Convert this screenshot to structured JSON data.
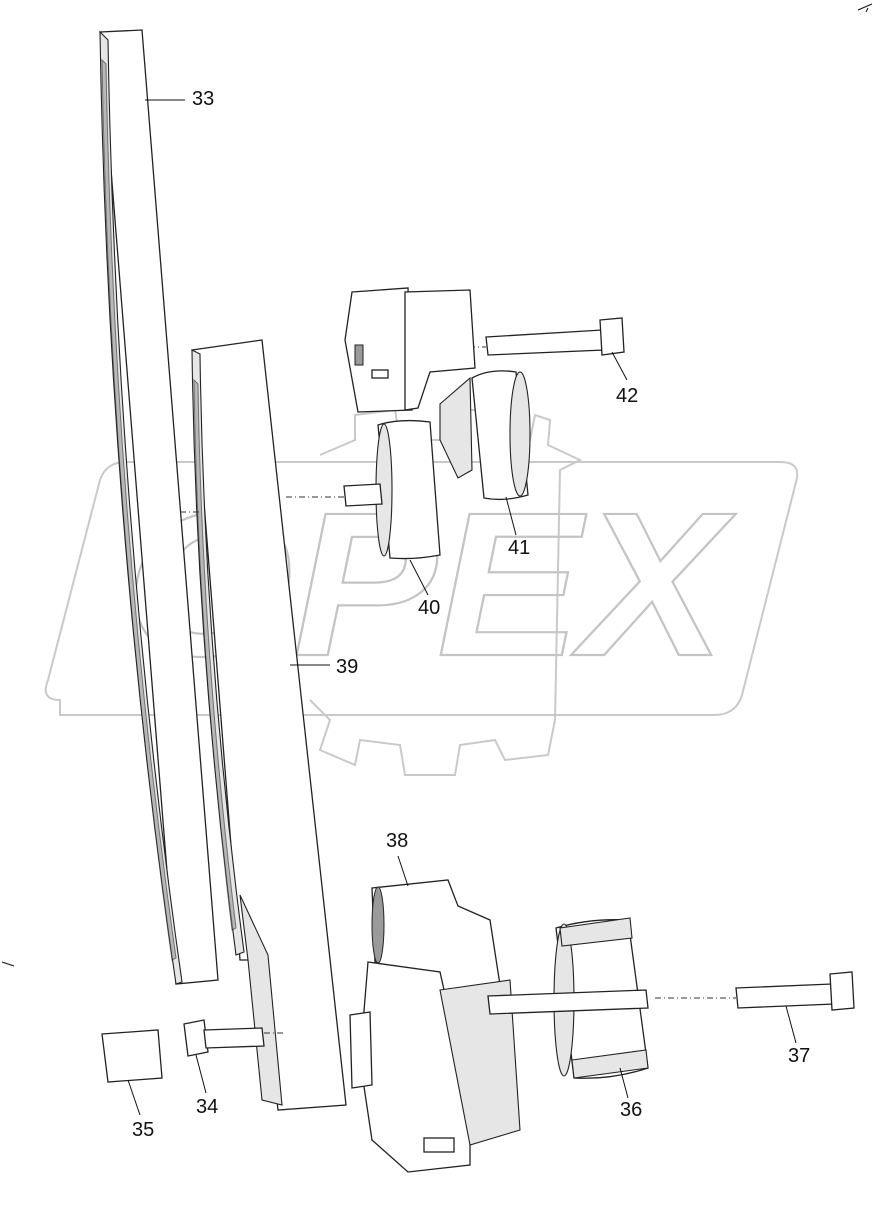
{
  "watermark": {
    "brand": "OPEX",
    "style": "outlined logo with gear"
  },
  "callouts": [
    {
      "id": "33",
      "text": "33"
    },
    {
      "id": "34",
      "text": "34"
    },
    {
      "id": "35",
      "text": "35"
    },
    {
      "id": "36",
      "text": "36"
    },
    {
      "id": "37",
      "text": "37"
    },
    {
      "id": "38",
      "text": "38"
    },
    {
      "id": "39",
      "text": "39"
    },
    {
      "id": "40",
      "text": "40"
    },
    {
      "id": "41",
      "text": "41"
    },
    {
      "id": "42",
      "text": "42"
    }
  ],
  "colors": {
    "line": "#222222",
    "watermark": "#c9c9c9",
    "shade": "#e6e6e6"
  }
}
